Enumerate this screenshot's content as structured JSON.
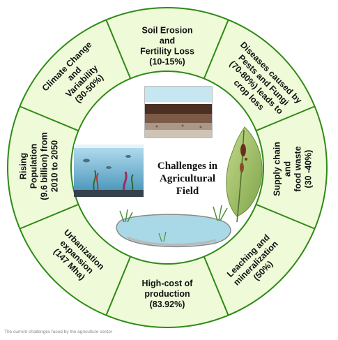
{
  "center_title": [
    "Challenges in",
    "Agricultural",
    "Field"
  ],
  "segments": [
    {
      "key": "soil",
      "lines": [
        "Soil Erosion",
        "and",
        "Fertility Loss",
        "(10-15%)"
      ]
    },
    {
      "key": "disease",
      "lines": [
        "Diseases caused by",
        "Pests and Fungi",
        "(70-80%) leads to",
        "crop loss"
      ]
    },
    {
      "key": "supply",
      "lines": [
        "Supply chain",
        "and",
        "food waste",
        "(30 -40%)"
      ]
    },
    {
      "key": "leaching",
      "lines": [
        "Leaching and",
        "mineralization",
        "(50%)"
      ]
    },
    {
      "key": "cost",
      "lines": [
        "High-cost of",
        "production",
        "(83.92%)"
      ]
    },
    {
      "key": "urban",
      "lines": [
        "Urbanization",
        "expansion",
        "(147 Mha)"
      ]
    },
    {
      "key": "population",
      "lines": [
        "Rising",
        "Population",
        "(9.6 billion) from",
        "2010 to 2050"
      ]
    },
    {
      "key": "climate",
      "lines": [
        "Climate Change",
        "and",
        "Variability",
        "(30-50%)"
      ]
    }
  ],
  "caption": "The current challenges faced by the agriculture sector",
  "colors": {
    "ring_fill": "#eefad8",
    "ring_stroke": "#2f8a16",
    "water": "#5aa7c9",
    "leaf": "#a8c46a",
    "pond": "#a9d8e6"
  },
  "icons": [
    "soil-layers-icon",
    "aquarium-icon",
    "leaf-icon",
    "pond-icon"
  ]
}
